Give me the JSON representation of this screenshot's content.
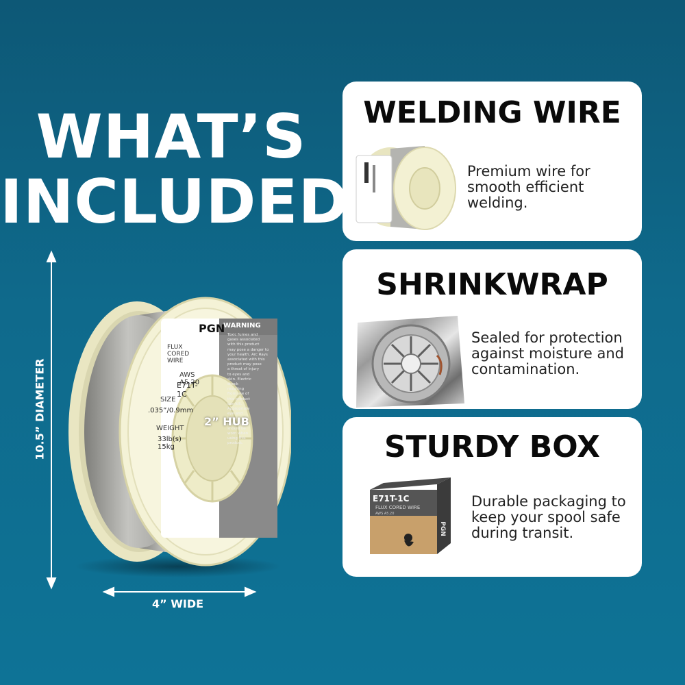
{
  "headline": {
    "line1": "WHAT’S",
    "line2": "INCLUDED"
  },
  "dimensions": {
    "diameter": "10.5” DIAMETER",
    "hub": "2” HUB",
    "width": "4” WIDE"
  },
  "spool_label": {
    "brand": "PGN",
    "product": "FLUX CORED WIRE",
    "aws": "AWS A5.20",
    "class": "E71T-1C",
    "size_label": "SIZE",
    "size_value": ".035”/0.9mm",
    "weight_label": "WEIGHT",
    "weight_value": "33lb(s) 15kg",
    "warning_title": "WARNING",
    "warning_lines": [
      "Toxic fumes and",
      "gases associated",
      "with this product",
      "may pose a danger to",
      "your health. Arc Rays",
      "associated with this",
      "product may pose",
      "a threat of injury",
      "to eyes and",
      "skin. Electric",
      "shock",
      "resulting",
      "from use of",
      "this product",
      "can kill.",
      "Appropriate",
      "eye and",
      "body",
      "protection",
      "should be",
      "worn when",
      "using this",
      "product."
    ]
  },
  "cards": [
    {
      "title": "WELDING WIRE",
      "desc": [
        "Premium wire for",
        "smooth efficient",
        "welding."
      ]
    },
    {
      "title": "SHRINKWRAP",
      "desc": [
        "Sealed for protection",
        "against moisture and",
        "contamination."
      ]
    },
    {
      "title": "STURDY BOX",
      "desc": [
        "Durable packaging to",
        "keep your spool safe",
        "during transit."
      ]
    }
  ],
  "box_label": {
    "class": "E71T-1C",
    "product": "FLUX CORED WIRE",
    "aws": "AWS A5.20",
    "brand": "PGN"
  },
  "colors": {
    "background": "#0f6a8c",
    "card": "#ffffff",
    "spool_plastic": "#f2f0d2",
    "wire": "#a8a8a4",
    "box_kraft": "#c8a06b"
  }
}
